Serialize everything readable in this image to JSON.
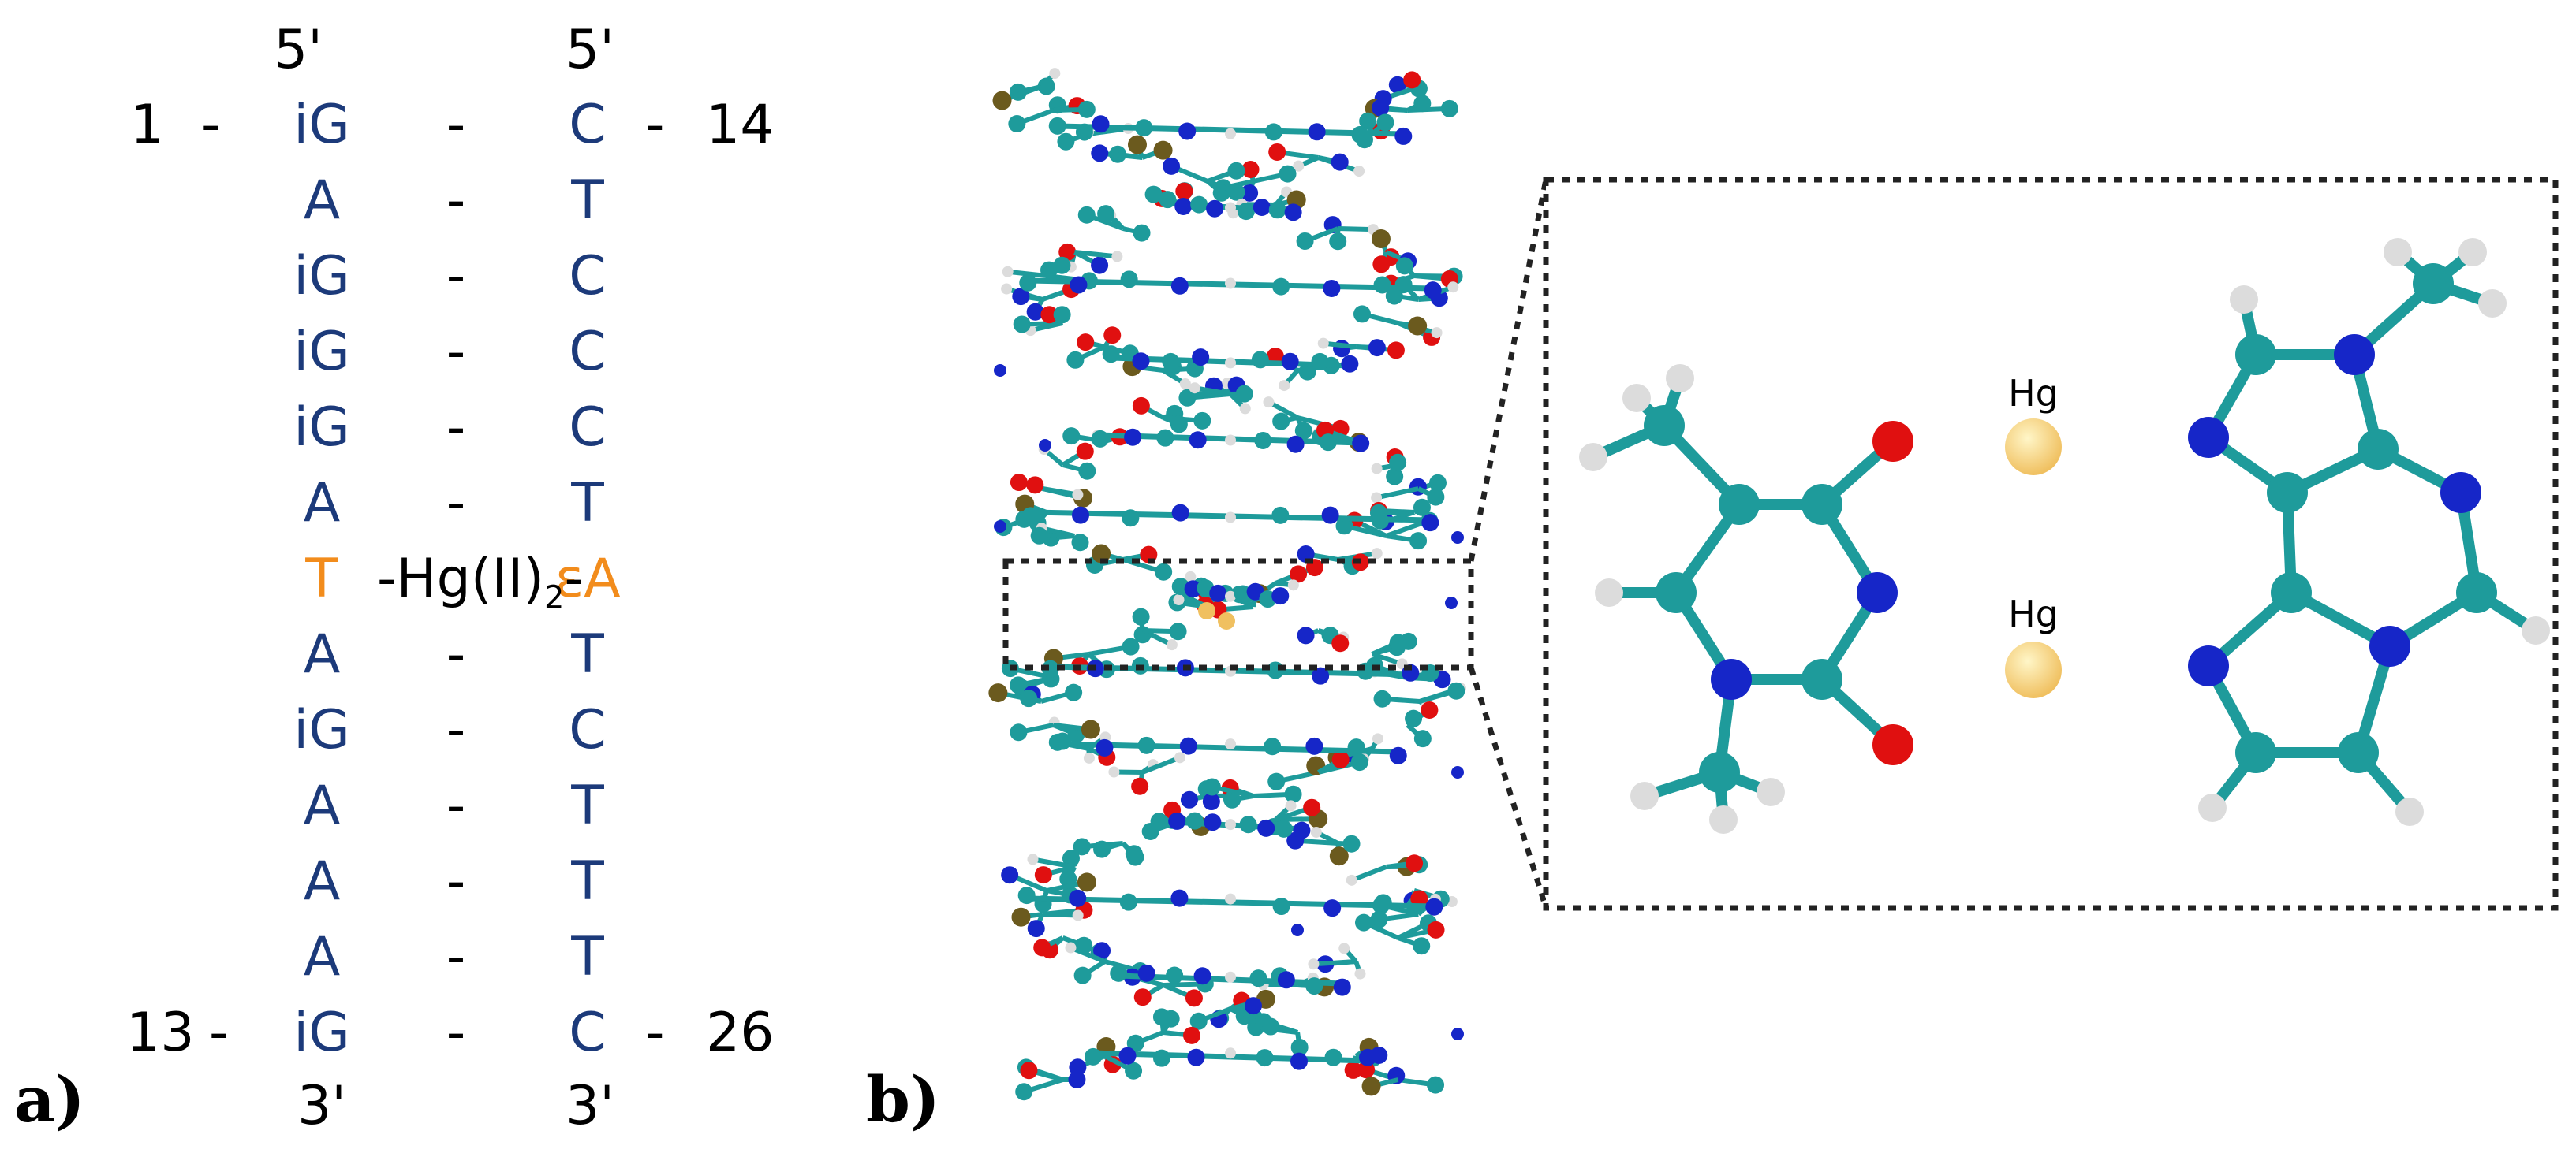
{
  "panel_a": {
    "label": "a)",
    "strand1_end": "5'",
    "strand2_end": "5'",
    "strand1_bottom": "3'",
    "strand2_bottom": "3'",
    "left_index_top": "1",
    "right_index_top": "14",
    "left_index_bottom": "13",
    "right_index_bottom": "26",
    "index_dash": "-",
    "pair_dash": "-",
    "pairs": [
      {
        "left": "iG",
        "right": "C"
      },
      {
        "left": "A",
        "right": "T"
      },
      {
        "left": "iG",
        "right": "C"
      },
      {
        "left": "iG",
        "right": "C"
      },
      {
        "left": "iG",
        "right": "C"
      },
      {
        "left": "A",
        "right": "T"
      },
      {
        "left": "T",
        "right": "εA",
        "link": "-Hg(II)",
        "link_sub": "2",
        "link_tail": "-",
        "highlight": true
      },
      {
        "left": "A",
        "right": "T"
      },
      {
        "left": "iG",
        "right": "C"
      },
      {
        "left": "A",
        "right": "T"
      },
      {
        "left": "A",
        "right": "T"
      },
      {
        "left": "A",
        "right": "T"
      },
      {
        "left": "iG",
        "right": "C"
      }
    ]
  },
  "panel_b": {
    "label": "b)",
    "inset_labels": [
      "Hg",
      "Hg"
    ],
    "colors": {
      "carbon": "#1e9b9b",
      "nitrogen": "#1626c8",
      "oxygen": "#e01010",
      "hydrogen": "#dcdcdc",
      "phosphorus": "#6b5a1e",
      "mercury": "#f0c060",
      "highlight": "#f28c1c",
      "base_text": "#1c3a7a"
    }
  }
}
